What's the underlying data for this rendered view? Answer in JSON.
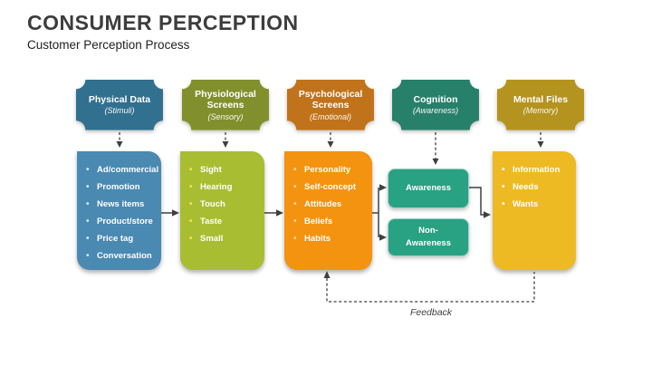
{
  "slide": {
    "title": "CONSUMER PERCEPTION",
    "subtitle": "Customer Perception Process"
  },
  "colors": {
    "background": "#ffffff",
    "title_text": "#3d3d3d",
    "subtitle_text": "#1f1f1f",
    "arrow": "#3f3f3f"
  },
  "feedback": {
    "label": "Feedback"
  },
  "columns": [
    {
      "header": {
        "title": "Physical Data",
        "subtitle": "(Stimuli)"
      },
      "colors": {
        "header": "#31708f",
        "body": "#4a89b1",
        "bullet": "#cfe8f5"
      },
      "items": [
        "Ad/commercial",
        "Promotion",
        "News items",
        "Product/store",
        "Price tag",
        "Conversation"
      ]
    },
    {
      "header": {
        "title": "Physiological Screens",
        "subtitle": "(Sensory)"
      },
      "colors": {
        "header": "#81902c",
        "body": "#a9bd33",
        "bullet": "#f3e34d"
      },
      "items": [
        "Sight",
        "Hearing",
        "Touch",
        "Taste",
        "Small"
      ]
    },
    {
      "header": {
        "title": "Psychological Screens",
        "subtitle": "(Emotional)"
      },
      "colors": {
        "header": "#c0731a",
        "body": "#f4930f",
        "bullet": "#ffd9a3"
      },
      "items": [
        "Personality",
        "Self-concept",
        "Attitudes",
        "Beliefs",
        "Habits"
      ]
    },
    {
      "header": {
        "title": "Cognition",
        "subtitle": "(Awareness)"
      },
      "colors": {
        "header": "#27806a",
        "body": "#29a183",
        "bullet": "#ffffff"
      },
      "boxes": [
        "Awareness",
        "Non-Awareness"
      ]
    },
    {
      "header": {
        "title": "Mental Files",
        "subtitle": "(Memory)"
      },
      "colors": {
        "header": "#b5931f",
        "body": "#eeba24",
        "bullet": "#ffffff"
      },
      "items": [
        "Information",
        "Needs",
        "Wants"
      ]
    }
  ]
}
